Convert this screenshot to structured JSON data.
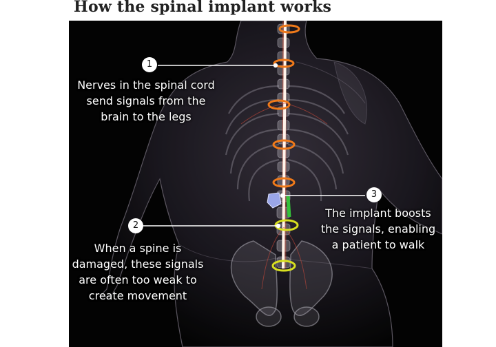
{
  "title": "How the spinal implant works",
  "annotations": [
    {
      "number": "1",
      "text": "Nerves in the spinal cord\nsend signals from the\nbrain to the legs"
    },
    {
      "number": "2",
      "text": "When a spine is\ndamaged, these signals\nare often too weak to\ncreate movement"
    },
    {
      "number": "3",
      "text": "The implant boosts\nthe signals, enabling\na patient to walk"
    }
  ],
  "colors": {
    "background": "#030303",
    "spinal_cord": "#f4e4d8",
    "signal_ring": "#f07a1a",
    "weak_signal_ring": "#d8e020",
    "implant": "#9aa6e8",
    "implant_lead": "#35c23a"
  }
}
